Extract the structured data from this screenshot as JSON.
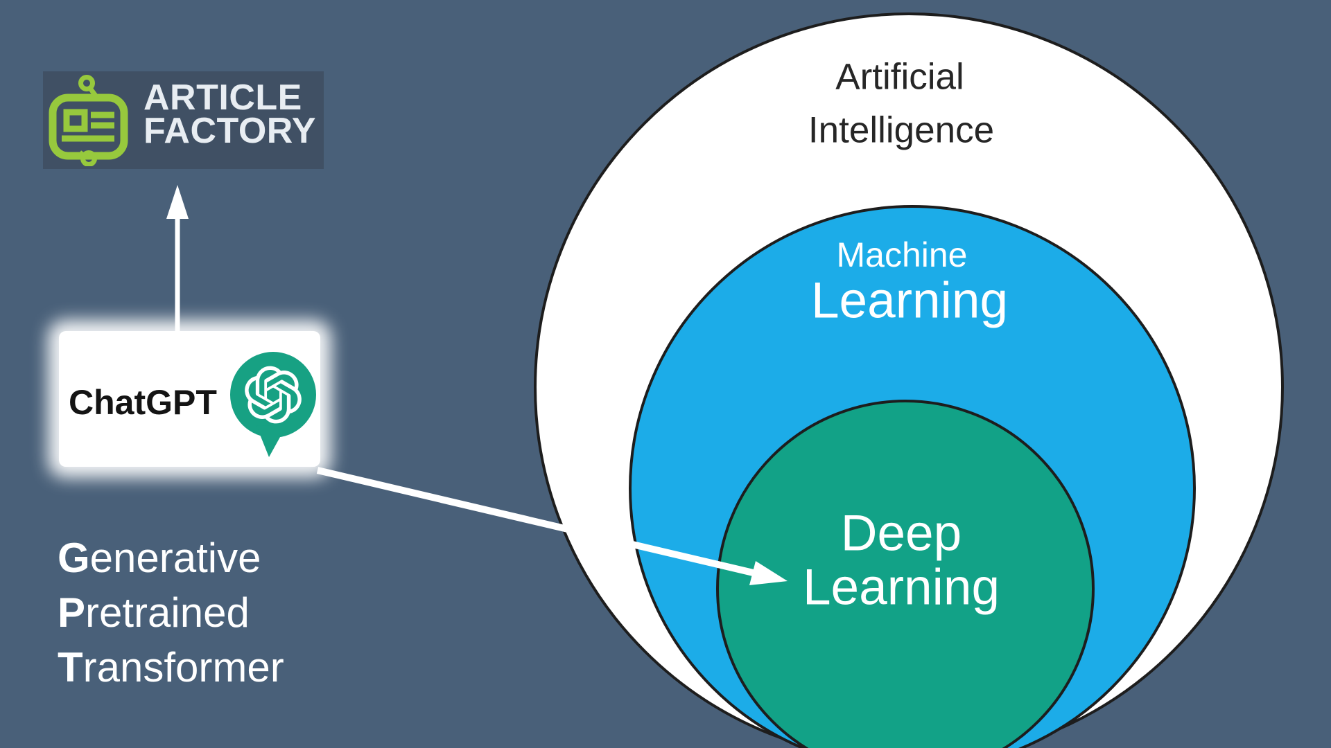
{
  "colors": {
    "bg": "#496079",
    "logo_bg": "#405064",
    "lime": "#97C93D",
    "af_text": "#E8EDF2",
    "openai_green": "#17A183",
    "chatgpt_text": "#141414",
    "circle_outer_fill": "#FFFFFF",
    "circle_middle_fill": "#1CACE8",
    "circle_inner_fill": "#12A287",
    "circle_border": "#1D1D1D",
    "ai_text": "#262626",
    "light_text": "#FFFFFF",
    "arrow": "#FFFFFF"
  },
  "article_factory": {
    "line1": "ARTICLE",
    "line2": "FACTORY",
    "icon": "article-factory-chat-document-icon"
  },
  "chatgpt": {
    "label": "ChatGPT",
    "icon": "openai-logo-icon"
  },
  "gpt": {
    "lines": [
      {
        "bold": "G",
        "rest": "enerative"
      },
      {
        "bold": "P",
        "rest": "retrained"
      },
      {
        "bold": "T",
        "rest": "ransformer"
      }
    ]
  },
  "venn": {
    "outer": {
      "label_line1": "Artificial",
      "label_line2": "Intelligence"
    },
    "middle": {
      "label_line1": "Machine",
      "label_line2": "Learning"
    },
    "inner": {
      "label_line1": "Deep",
      "label_line2": "Learning"
    }
  }
}
